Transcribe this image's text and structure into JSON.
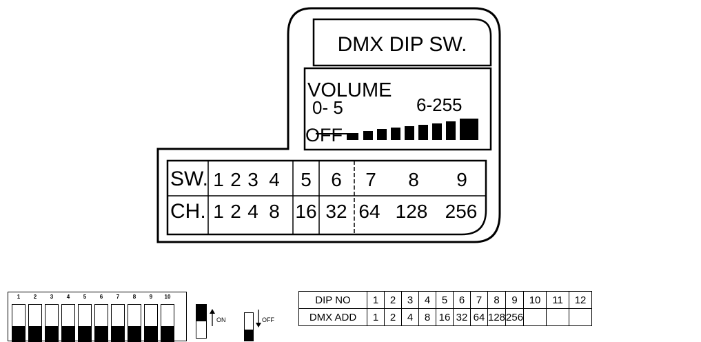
{
  "panel": {
    "title": "DMX DIP SW.",
    "volume_label": "VOLUME",
    "range_low": "0- 5",
    "range_high": "6-255",
    "off_label": "OFF",
    "sw_header": "SW.",
    "ch_header": "CH.",
    "switches": [
      "1",
      "2",
      "3",
      "4",
      "5",
      "6",
      "7",
      "8",
      "9"
    ],
    "channels": [
      "1",
      "2",
      "4",
      "8",
      "16",
      "32",
      "64",
      "128",
      "256"
    ]
  },
  "dip_switch": {
    "numbers": [
      "1",
      "2",
      "3",
      "4",
      "5",
      "6",
      "7",
      "8",
      "9",
      "10"
    ],
    "on_label": "ON",
    "off_label": "OFF"
  },
  "address_table": {
    "row1_header": "DIP NO",
    "row2_header": "DMX ADD",
    "dip_no": [
      "1",
      "2",
      "3",
      "4",
      "5",
      "6",
      "7",
      "8",
      "9",
      "10",
      "11",
      "12"
    ],
    "dmx_add": [
      "1",
      "2",
      "4",
      "8",
      "16",
      "32",
      "64",
      "128",
      "256",
      "",
      "",
      ""
    ]
  }
}
